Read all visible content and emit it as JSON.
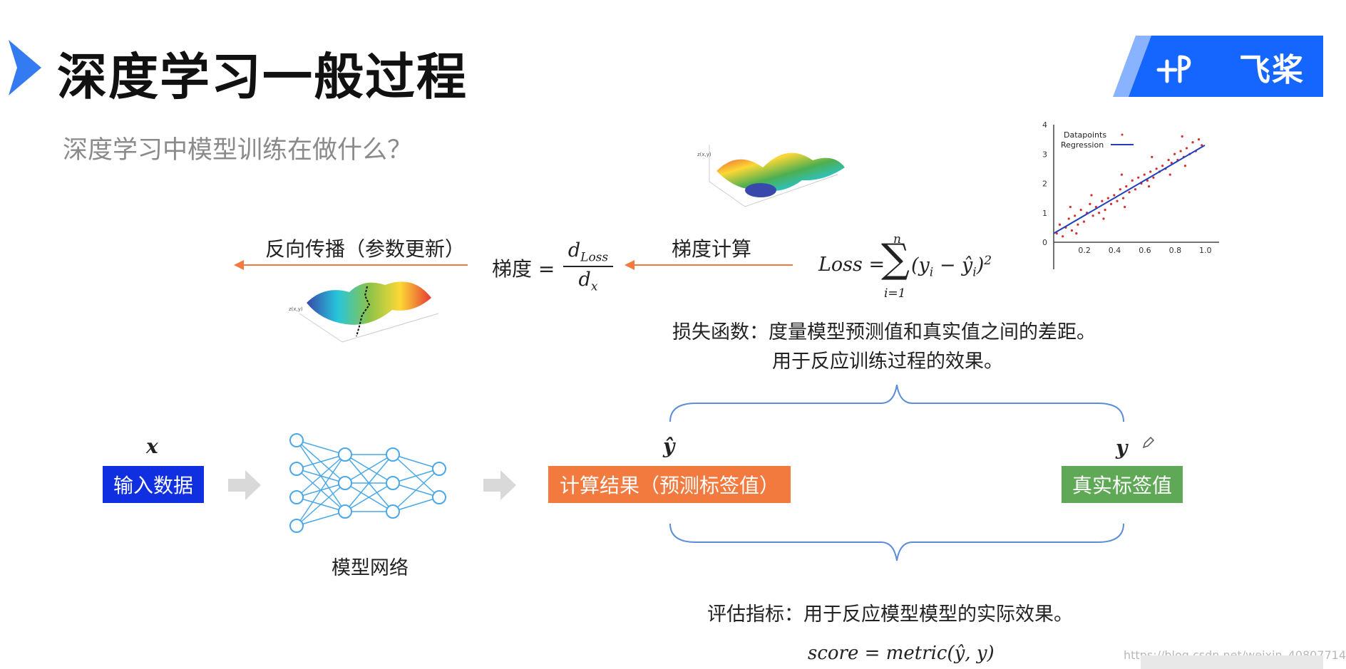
{
  "slide": {
    "title": "深度学习一般过程",
    "subtitle": "深度学习中模型训练在做什么？",
    "logo": {
      "text": "飞桨",
      "color": "#1565ff"
    }
  },
  "labels": {
    "backprop": "反向传播（参数更新）",
    "gradient_prefix": "梯度 =",
    "gradient_numerator": "d",
    "gradient_numerator_sub": "Loss",
    "gradient_denominator": "d",
    "gradient_denominator_sub": "x",
    "gradient_calc": "梯度计算",
    "loss_lhs": "Loss = ",
    "loss_sum_top": "n",
    "loss_sum_bottom": "i=1",
    "loss_body": "(y",
    "loss_i": "i",
    "loss_minus": " − ŷ",
    "loss_i2": "i",
    "loss_close": ")",
    "loss_pow": "2",
    "loss_desc_1": "损失函数：度量模型预测值和真实值之间的差距。",
    "loss_desc_2": "用于反应训练过程的效果。",
    "var_x": "x",
    "var_yhat": "ŷ",
    "var_y": "y",
    "box_input": "输入数据",
    "box_pred": "计算结果（预测标签值）",
    "box_true": "真实标签值",
    "network": "模型网络",
    "metric_desc": "评估指标：用于反应模型模型的实际效果。",
    "metric_formula": "score = metric(ŷ, y)",
    "watermark": "https://blog.csdn.net/weixin_40807714"
  },
  "colors": {
    "arrow_orange": "#f37a3e",
    "input_blue": "#0f2fe0",
    "pred_orange": "#f37a3e",
    "true_green": "#5fa956",
    "net_blue": "#4aa8e8",
    "brace_blue": "#5b8ed6"
  },
  "chart_data": {
    "type": "scatter",
    "legend": [
      "Datapoints",
      "Regression"
    ],
    "legend_position": "top-left",
    "xlim": [
      0,
      1.0
    ],
    "ylim": [
      0,
      4
    ],
    "x_ticks": [
      "0.2",
      "0.4",
      "0.6",
      "0.8",
      "1.0"
    ],
    "y_ticks": [
      "0",
      "1",
      "2",
      "3",
      "4"
    ],
    "regression": {
      "x": [
        0,
        1.0
      ],
      "y": [
        0.3,
        3.3
      ]
    },
    "points": [
      [
        0.02,
        0.3
      ],
      [
        0.04,
        0.6
      ],
      [
        0.06,
        0.2
      ],
      [
        0.08,
        0.5
      ],
      [
        0.1,
        0.8
      ],
      [
        0.12,
        0.4
      ],
      [
        0.14,
        0.9
      ],
      [
        0.16,
        0.6
      ],
      [
        0.18,
        1.1
      ],
      [
        0.2,
        0.7
      ],
      [
        0.22,
        1.0
      ],
      [
        0.24,
        1.3
      ],
      [
        0.26,
        0.9
      ],
      [
        0.28,
        1.2
      ],
      [
        0.3,
        1.0
      ],
      [
        0.32,
        1.4
      ],
      [
        0.34,
        1.1
      ],
      [
        0.36,
        1.5
      ],
      [
        0.38,
        1.3
      ],
      [
        0.4,
        1.6
      ],
      [
        0.42,
        1.4
      ],
      [
        0.44,
        1.8
      ],
      [
        0.46,
        1.5
      ],
      [
        0.48,
        1.9
      ],
      [
        0.5,
        1.7
      ],
      [
        0.52,
        2.1
      ],
      [
        0.54,
        1.8
      ],
      [
        0.56,
        2.2
      ],
      [
        0.58,
        2.0
      ],
      [
        0.6,
        2.3
      ],
      [
        0.62,
        2.1
      ],
      [
        0.64,
        2.4
      ],
      [
        0.66,
        2.2
      ],
      [
        0.68,
        2.5
      ],
      [
        0.7,
        2.4
      ],
      [
        0.72,
        2.6
      ],
      [
        0.74,
        2.5
      ],
      [
        0.76,
        2.8
      ],
      [
        0.78,
        2.7
      ],
      [
        0.8,
        3.0
      ],
      [
        0.82,
        2.8
      ],
      [
        0.84,
        3.1
      ],
      [
        0.86,
        2.9
      ],
      [
        0.88,
        3.2
      ],
      [
        0.9,
        3.0
      ],
      [
        0.92,
        3.4
      ],
      [
        0.94,
        3.1
      ],
      [
        0.96,
        3.5
      ],
      [
        0.98,
        3.3
      ],
      [
        0.15,
        0.3
      ],
      [
        0.33,
        0.8
      ],
      [
        0.47,
        1.2
      ],
      [
        0.63,
        1.9
      ],
      [
        0.77,
        2.3
      ],
      [
        0.87,
        2.6
      ],
      [
        0.25,
        1.6
      ],
      [
        0.45,
        2.3
      ],
      [
        0.65,
        2.9
      ],
      [
        0.85,
        3.6
      ],
      [
        0.11,
        1.2
      ]
    ]
  }
}
